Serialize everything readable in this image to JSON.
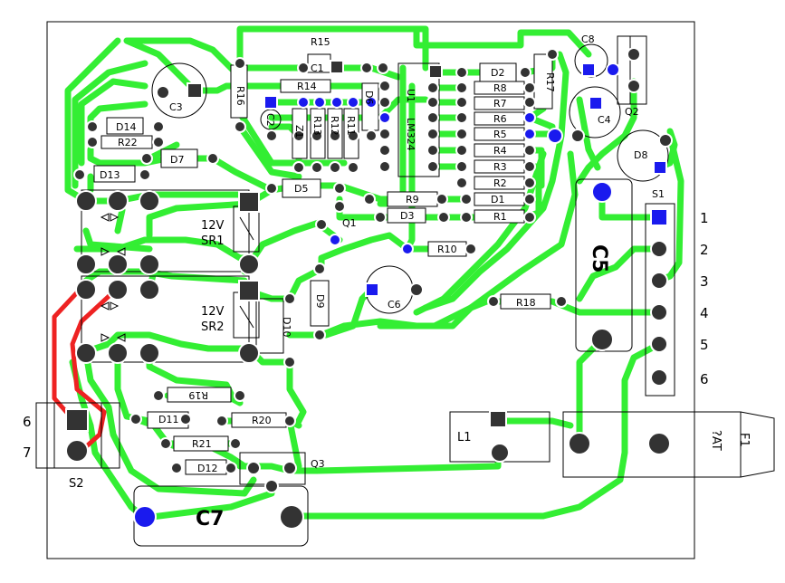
{
  "board": {
    "colors": {
      "trace": "#33ee33",
      "jumper": "#ee2222",
      "pad": "#333333",
      "via": "#1a1aee",
      "background": "#ffffff"
    }
  },
  "components": {
    "C1": "C1",
    "C2": "C2",
    "C3": "C3",
    "C4": "C4",
    "C5": "C5",
    "C6": "C6",
    "C7": "C7",
    "C8": "C8",
    "R1": "R1",
    "R2": "R2",
    "R3": "R3",
    "R4": "R4",
    "R5": "R5",
    "R6": "R6",
    "R7": "R7",
    "R8": "R8",
    "R9": "R9",
    "R10": "R10",
    "R11": "R11",
    "R12": "R12",
    "R13": "R13",
    "R14": "R14",
    "R15": "R15",
    "R16": "R16",
    "R17": "R17",
    "R18": "R18",
    "R19": "R19",
    "R20": "R20",
    "R21": "R21",
    "R22": "R22",
    "D1": "D1",
    "D2": "D2",
    "D3": "D3",
    "D5": "D5",
    "D6": "D6",
    "D7": "D7",
    "D8": "D8",
    "D9": "D9",
    "D10": "D10",
    "D11": "D11",
    "D12": "D12",
    "D13": "D13",
    "D14": "D14",
    "Q1": "Q1",
    "Q2": "Q2",
    "Q3": "Q3",
    "Z1": "Z1",
    "U1": "U1",
    "LM324": "LM324",
    "L1": "L1",
    "F1": "F1",
    "fuse_rating": "?AT",
    "S1": "S1",
    "S2": "S2",
    "relay1_voltage": "12V",
    "relay1_name": "SR1",
    "relay2_voltage": "12V",
    "relay2_name": "SR2"
  },
  "s1_pins": [
    "1",
    "2",
    "3",
    "4",
    "5",
    "6"
  ],
  "s2_pins": [
    "6",
    "7"
  ]
}
